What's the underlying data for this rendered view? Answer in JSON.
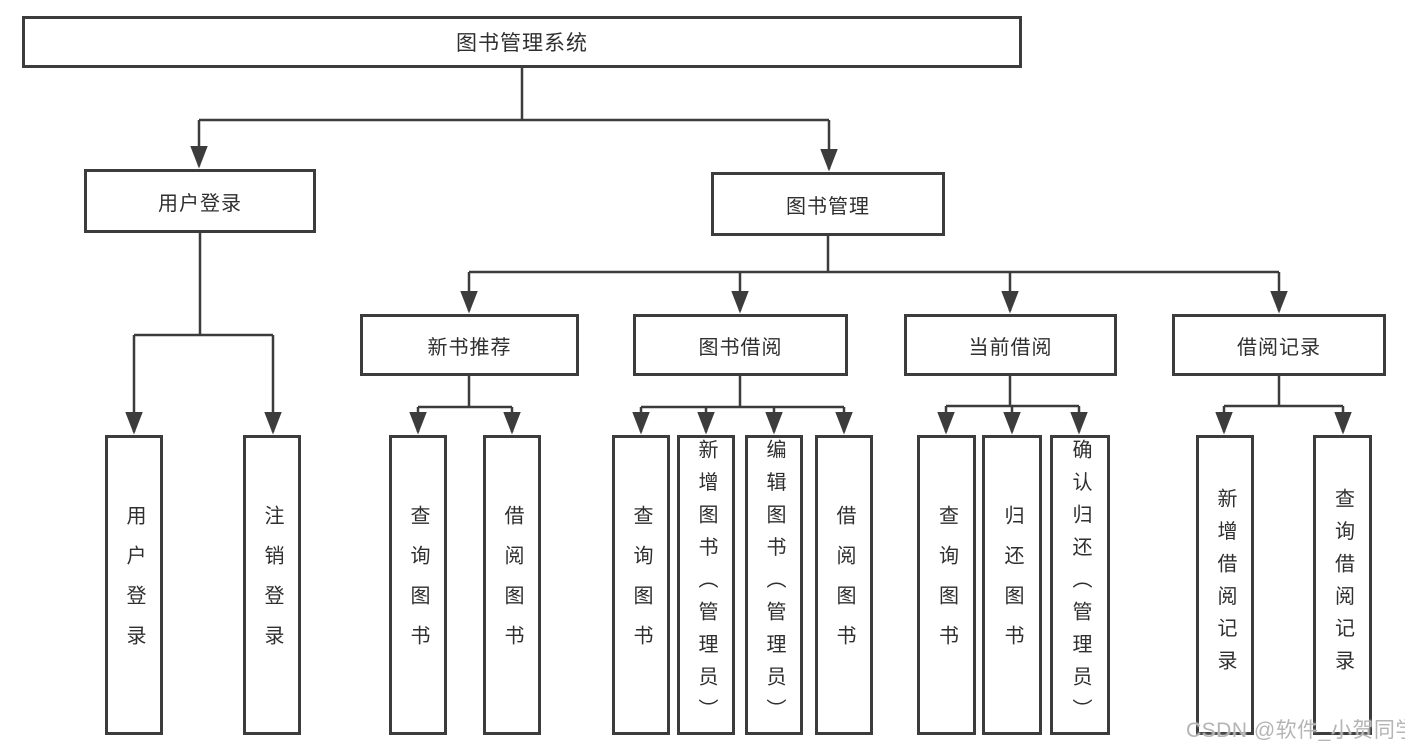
{
  "tree": {
    "root": {
      "label": "图书管理系统",
      "children": [
        {
          "label": "用户登录",
          "children": [
            {
              "label": "用户登录"
            },
            {
              "label": "注销登录"
            }
          ]
        },
        {
          "label": "图书管理",
          "children": [
            {
              "label": "新书推荐",
              "children": [
                {
                  "label": "查询图书"
                },
                {
                  "label": "借阅图书"
                }
              ]
            },
            {
              "label": "图书借阅",
              "children": [
                {
                  "label": "查询图书"
                },
                {
                  "label": "新增图书（管理员）"
                },
                {
                  "label": "编辑图书（管理员）"
                },
                {
                  "label": "借阅图书"
                }
              ]
            },
            {
              "label": "当前借阅",
              "children": [
                {
                  "label": "查询图书"
                },
                {
                  "label": "归还图书"
                },
                {
                  "label": "确认归还（管理员）"
                }
              ]
            },
            {
              "label": "借阅记录",
              "children": [
                {
                  "label": "新增借阅记录"
                },
                {
                  "label": "查询借阅记录"
                }
              ]
            }
          ]
        }
      ]
    }
  },
  "watermark": {
    "text": "CSDN @软件_小贺同学"
  },
  "colors": {
    "line": "#3c3c3c",
    "box_border": "#3c3c3c",
    "text": "#2f2f2f",
    "watermark": "#b5b5b5",
    "background": "#ffffff"
  }
}
